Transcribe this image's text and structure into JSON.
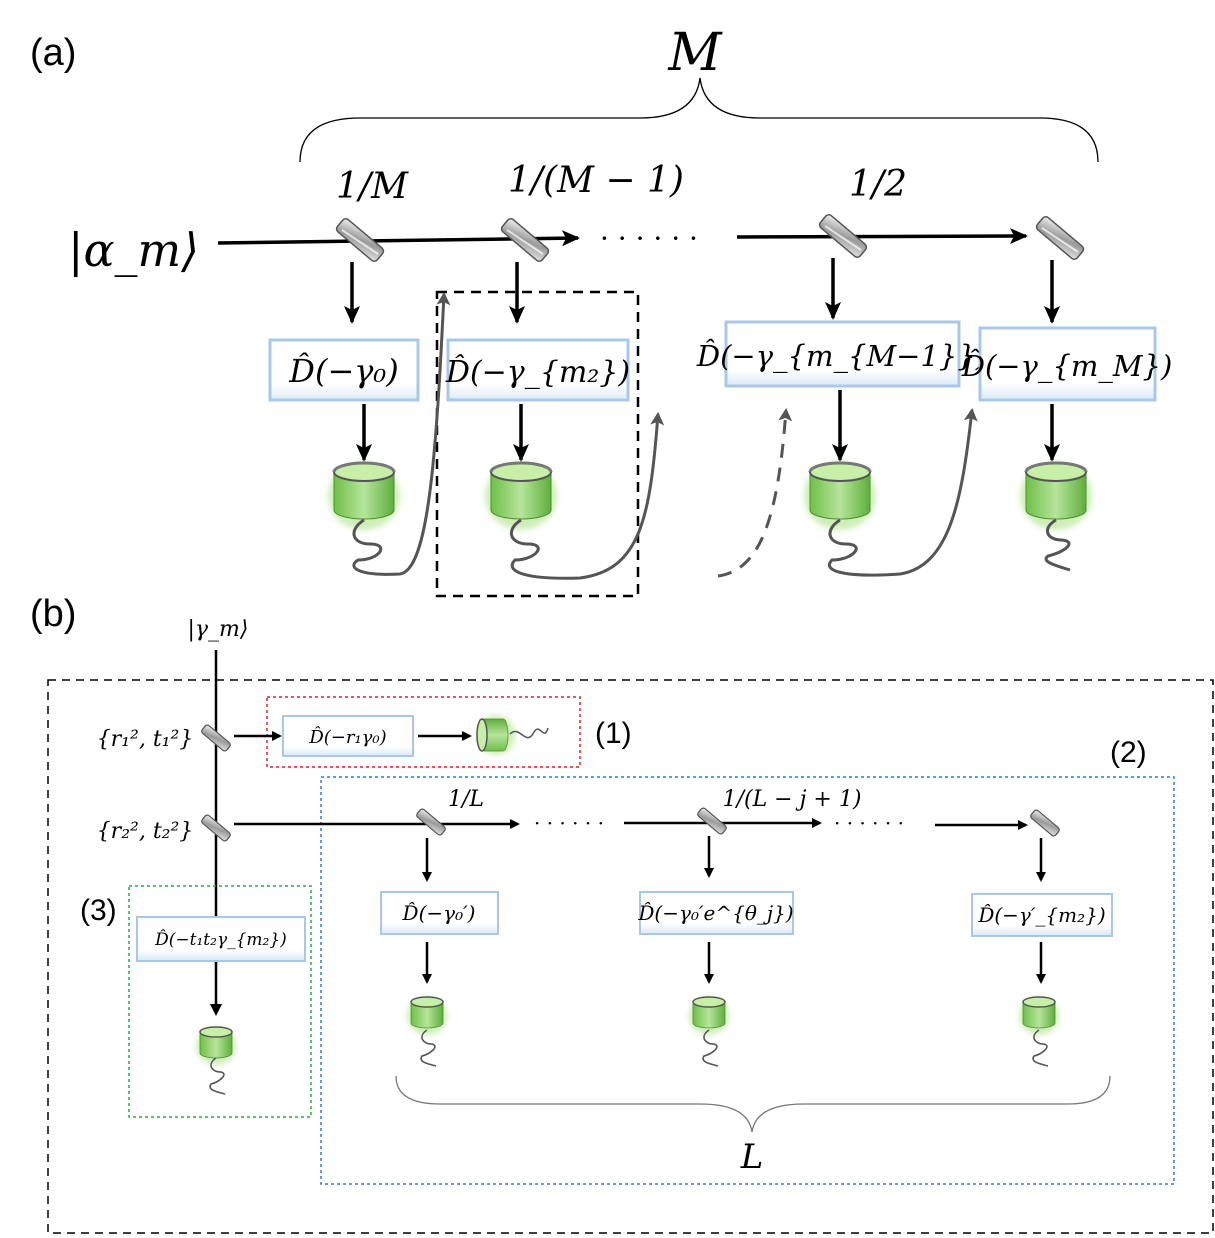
{
  "panel_a": {
    "label": "(a)",
    "brace_label": "M",
    "input_state": "|α_m⟩",
    "ratio_1": "1/M",
    "ratio_2": "1/(M − 1)",
    "ratio_3": "1/2",
    "ellipsis": "· · · · · ·",
    "op_1": "D̂(−γ₀)",
    "op_2": "D̂(−γ_{m₂})",
    "op_3": "D̂(−γ_{m_{M−1}})",
    "op_4": "D̂(−γ_{m_M})"
  },
  "panel_b": {
    "label": "(b)",
    "input_state": "|γ_m⟩",
    "bs1": "{r₁², t₁²}",
    "bs2": "{r₂², t₂²}",
    "group1_label": "(1)",
    "group2_label": "(2)",
    "group3_label": "(3)",
    "op_r1": "D̂(−r₁γ₀)",
    "op_t": "D̂(−t₁t₂γ_{m₂})",
    "ratio_1": "1/L",
    "ratio_2": "1/(L − j + 1)",
    "ellipsis": "· · · · · ·",
    "op_1": "D̂(−γ₀′)",
    "op_2": "D̂(−γ₀′e^{θ_j})",
    "op_3": "D̂(−γ′_{m₂})",
    "brace_label": "L"
  },
  "colors": {
    "box1": "#e02020",
    "box2": "#2a7fd0",
    "box3": "#2aa84a",
    "detector": "#8ed06a",
    "opbox_border": "#a9c8e8"
  }
}
